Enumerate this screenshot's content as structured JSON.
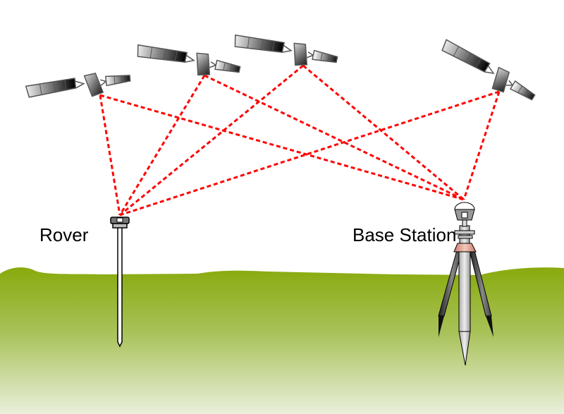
{
  "labels": {
    "rover": "Rover",
    "base_station": "Base Station"
  },
  "colors": {
    "signal": "#ff0000",
    "ground_top": "#89aa0d",
    "ground_bottom": "#eaf0dc"
  },
  "satellite_count": 4
}
